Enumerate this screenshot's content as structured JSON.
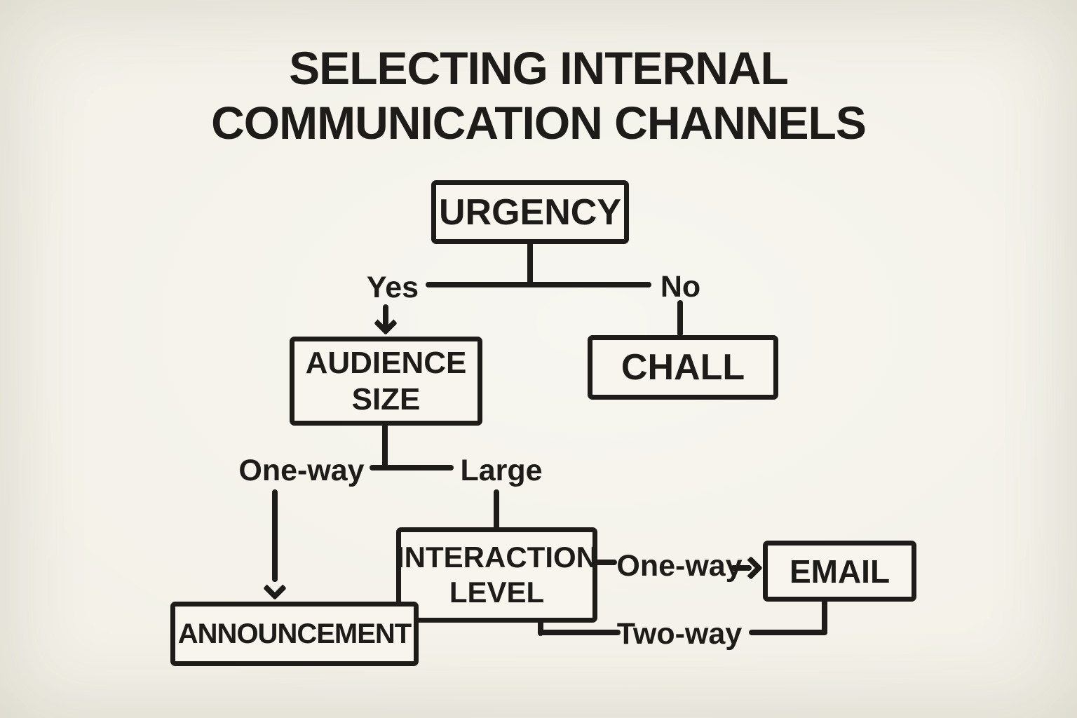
{
  "title": {
    "line1": "SELECTING INTERNAL",
    "line2": "COMMUNICATION CHANNELS"
  },
  "colors": {
    "background": "#f3f1e8",
    "ink": "#1d1c19",
    "box_fill": "#f7f5ee"
  },
  "nodes": {
    "urgency": {
      "label": "URGENCY"
    },
    "audience_size": {
      "lines": [
        "AUDIENCE",
        "SIZE"
      ]
    },
    "chall": {
      "label": "CHALL"
    },
    "interaction_level": {
      "lines": [
        "INTERACTION",
        "LEVEL"
      ]
    },
    "announcement": {
      "label": "ANNOUNCEMENT"
    },
    "email": {
      "label": "EMAIL"
    }
  },
  "edges": [
    {
      "from": "URGENCY",
      "label": "Yes",
      "to": "AUDIENCE SIZE"
    },
    {
      "from": "URGENCY",
      "label": "No",
      "to": "CHALL"
    },
    {
      "from": "AUDIENCE SIZE",
      "label": "One-way",
      "to": "ANNOUNCEMENT"
    },
    {
      "from": "AUDIENCE SIZE",
      "label": "Large",
      "to": "INTERACTION LEVEL"
    },
    {
      "from": "INTERACTION LEVEL",
      "label": "One-way",
      "to": "EMAIL"
    },
    {
      "from": "INTERACTION LEVEL",
      "label": "Two-way",
      "to": "EMAIL"
    }
  ]
}
